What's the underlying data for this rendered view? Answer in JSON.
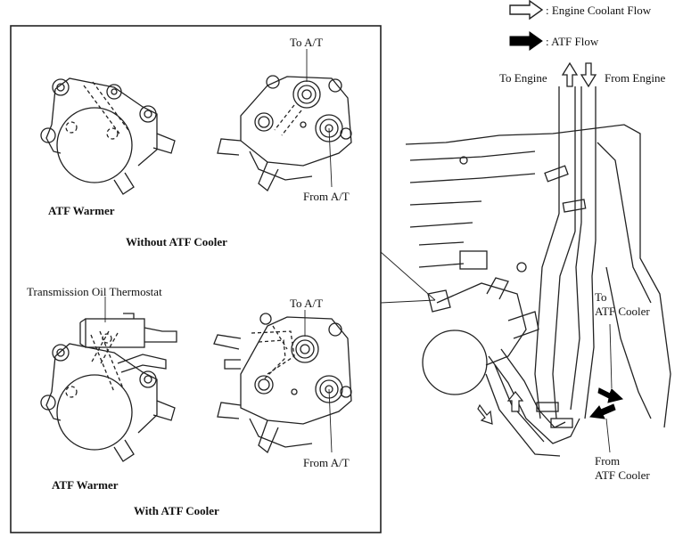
{
  "legend": {
    "coolant_label": ": Engine Coolant Flow",
    "atf_label": ": ATF Flow"
  },
  "labels": {
    "to_engine": "To Engine",
    "from_engine": "From Engine",
    "to_at_top": "To A/T",
    "from_at_top": "From A/T",
    "atf_warmer_top": "ATF Warmer",
    "without_cooler": "Without ATF Cooler",
    "thermostat": "Transmission Oil Thermostat",
    "to_at_bottom": "To A/T",
    "from_at_bottom": "From A/T",
    "atf_warmer_bottom": "ATF Warmer",
    "with_cooler": "With ATF Cooler",
    "to_atf_cooler_1": "To",
    "to_atf_cooler_2": "ATF Cooler",
    "from_atf_cooler_1": "From",
    "from_atf_cooler_2": "ATF Cooler"
  },
  "colors": {
    "line": "#222222",
    "coolant_arrow_fill": "#ffffff",
    "atf_arrow_fill": "#000000"
  }
}
